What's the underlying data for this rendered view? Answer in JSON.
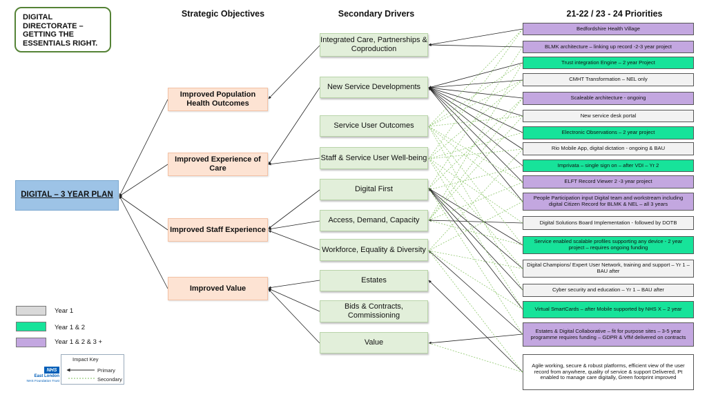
{
  "title_box": "DIGITAL DIRECTORATE – GETTING THE ESSENTIALS RIGHT.",
  "headers": {
    "objectives": "Strategic Objectives",
    "drivers": "Secondary Drivers",
    "priorities": "21-22 / 23 - 24 Priorities"
  },
  "plan_label": "DIGITAL – 3 YEAR PLAN",
  "objectives": [
    "Improved Population Health Outcomes",
    "Improved Experience of Care",
    "Improved Staff Experience",
    "Improved Value"
  ],
  "drivers": [
    "Integrated Care, Partnerships & Coproduction",
    "New Service Developments",
    "Service User Outcomes",
    "Staff & Service User Well-being",
    "Digital First",
    "Access, Demand, Capacity",
    "Workforce, Equality & Diversity",
    "Estates",
    "Bids & Contracts, Commissioning",
    "Value"
  ],
  "priorities": [
    {
      "text": "Bedfordshire Health Village",
      "group": "y123"
    },
    {
      "text": "BLMK  architecture – linking up record -2-3 year project",
      "group": "y123"
    },
    {
      "text": "Trust integration Engine – 2 year Project",
      "group": "y12"
    },
    {
      "text": "CMHT Transformation – NEL only",
      "group": "y1"
    },
    {
      "text": "Scaleable architecture - ongoing",
      "group": "y123"
    },
    {
      "text": "New service desk portal",
      "group": "y1"
    },
    {
      "text": "Electronic Observations – 2 year project",
      "group": "y12"
    },
    {
      "text": "Rio Mobile App, digital dictation  -  ongoing & BAU",
      "group": "y1"
    },
    {
      "text": "Imprivata – single sign on – after VDI – Yr 2",
      "group": "y12"
    },
    {
      "text": "ELFT Record Viewer  2 -3 year project",
      "group": "y123"
    },
    {
      "text": "People Participation input Digital team and workstream including digital Citizen Record for BLMK & NEL – all 3 years",
      "group": "y123"
    },
    {
      "text": "Digital Solutions Board Implementation -  followed by DOTB",
      "group": "y1"
    },
    {
      "text": "Service enabled scalable profiles supporting any device  - 2 year project – requires ongoing funding",
      "group": "y12"
    },
    {
      "text": "Digital Champions/ Expert User Network, training and support – Yr 1 – BAU after",
      "group": "y1"
    },
    {
      "text": "Cyber security and education – Yr 1 – BAU after",
      "group": "y1"
    },
    {
      "text": "Virtual SmartCards – after Mobile supported by NHS X – 2 year",
      "group": "y12"
    },
    {
      "text": "Estates & Digital Collaborative – fit for purpose sites – 3-5 year programme requires funding – GDPR & VfM delivered on contracts",
      "group": "y123"
    },
    {
      "text": "Agile working, secure & robust platforms, efficient view of the user record from anywhere, quality of service & support Delivered, Pt enabled to manage care digitally, Green footprint improved",
      "group": "y1"
    }
  ],
  "legend": [
    {
      "label": "Year 1",
      "color": "#d9d9d9"
    },
    {
      "label": "Year 1 & 2",
      "color": "#17e39a"
    },
    {
      "label": "Year 1 & 2 & 3 +",
      "color": "#c3a7e0"
    }
  ],
  "impact_key": {
    "title": "Impact Key",
    "primary": "Primary",
    "secondary": "Secondary"
  },
  "logo": {
    "badge": "NHS",
    "line1": "East London",
    "line2": "NHS Foundation Trust"
  },
  "colors": {
    "y1": "#f2f2f2",
    "y12": "#17e39a",
    "y123": "#c3a7e0",
    "primary_line": "#222222",
    "secondary_line": "#7cbd5b"
  }
}
